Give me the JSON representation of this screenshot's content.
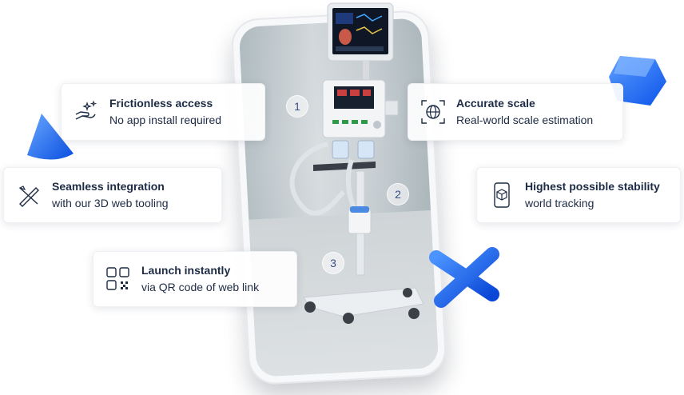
{
  "cards": [
    {
      "title": "Frictionless access",
      "subtitle": "No app install required",
      "icon": "sparkle-hand-icon"
    },
    {
      "title": "Seamless integration",
      "subtitle": "with our 3D web tooling",
      "icon": "pen-tools-icon"
    },
    {
      "title": "Launch instantly",
      "subtitle": "via QR code of web link",
      "icon": "qr-code-icon"
    },
    {
      "title": "Accurate scale",
      "subtitle": "Real-world scale estimation",
      "icon": "globe-scan-icon"
    },
    {
      "title": "Highest possible stability",
      "subtitle": "world tracking",
      "icon": "phone-cube-icon"
    }
  ],
  "markers": [
    "1",
    "2",
    "3"
  ],
  "colors": {
    "accent": "#1f6bff",
    "text": "#1d2b45"
  }
}
